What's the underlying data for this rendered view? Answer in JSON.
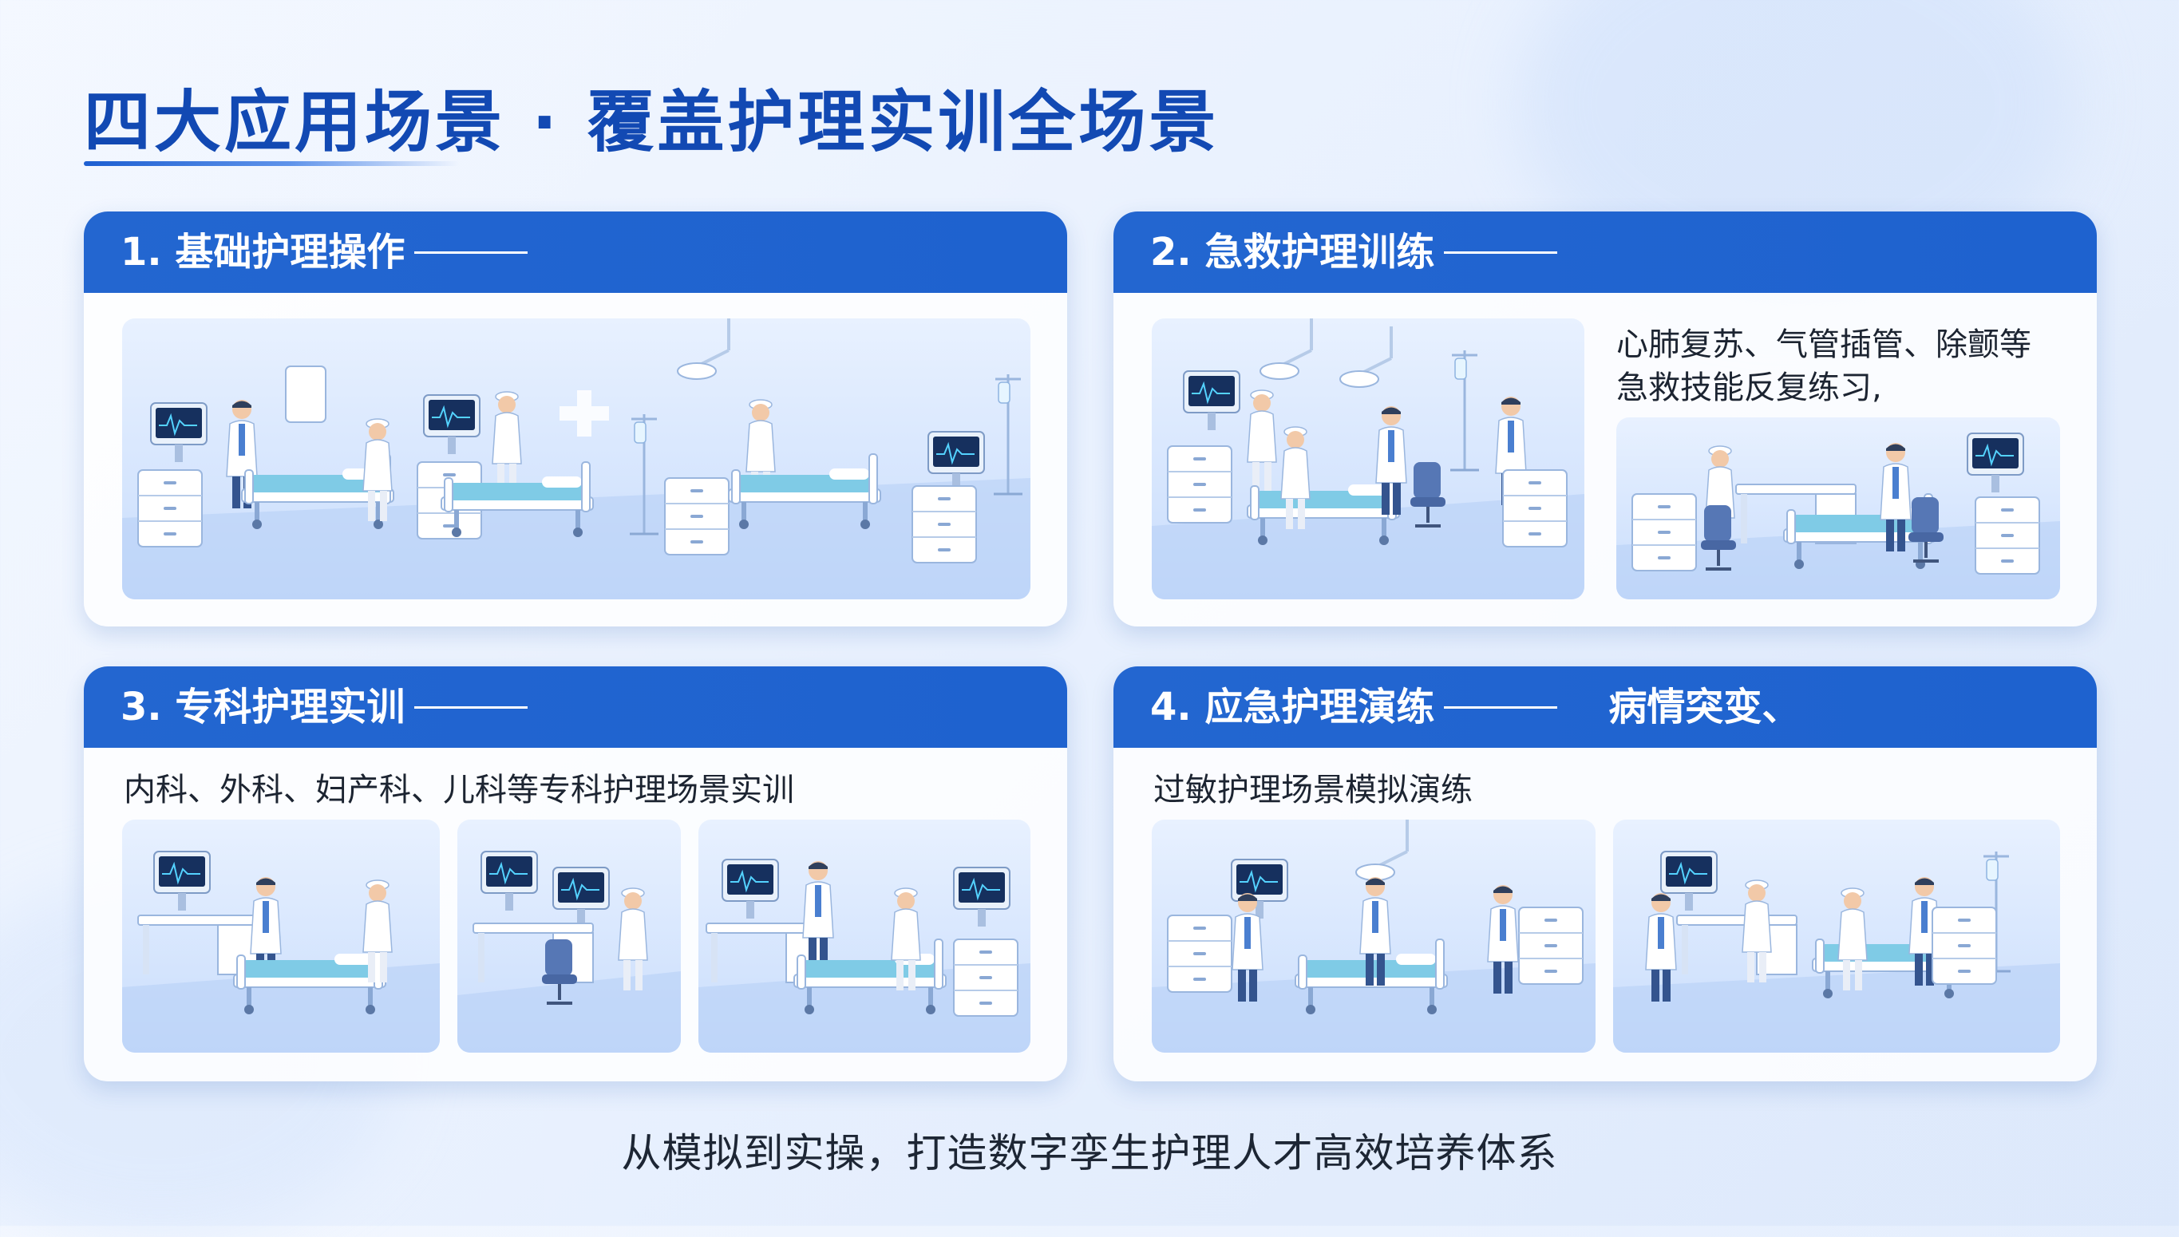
{
  "title": "四大应用场景 · 覆盖护理实训全场景",
  "colors": {
    "brand_blue": "#1249b3",
    "card_header": "#2366d0",
    "text": "#1c2431",
    "scene_bg": "#c9ddfc"
  },
  "cards": [
    {
      "title": "1. 基础护理操作",
      "illustration": "ward-beds-illustration"
    },
    {
      "title": "2. 急救护理训练",
      "description_lines": [
        "心肺复苏、气管插管、除颤等",
        "急救技能反复练习,"
      ],
      "illustration": "emergency-care-illustration"
    },
    {
      "title": "3. 专科护理实训",
      "description": "内科、外科、妇产科、儿科等专科护理场景实训",
      "illustration": "specialty-care-illustration"
    },
    {
      "title": "4. 应急护理演练",
      "title_extra": "病情突变、",
      "description": "过敏护理场景模拟演练",
      "illustration": "emergency-drill-illustration"
    }
  ],
  "footer": "从模拟到实操，打造数字孪生护理人才高效培养体系"
}
